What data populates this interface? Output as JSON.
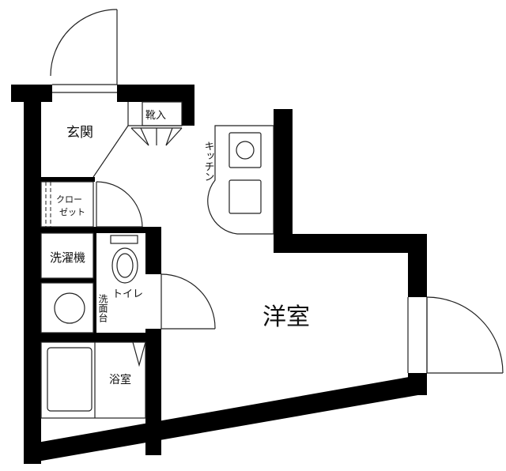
{
  "rooms": {
    "entrance": "玄関",
    "shoe_box": "靴入",
    "kitchen": "キッチン",
    "closet_line1": "クロー",
    "closet_line2": "ゼット",
    "laundry": "洗濯機",
    "toilet": "トイレ",
    "washbasin": "洗面台",
    "bath": "浴室",
    "western_room": "洋室"
  }
}
